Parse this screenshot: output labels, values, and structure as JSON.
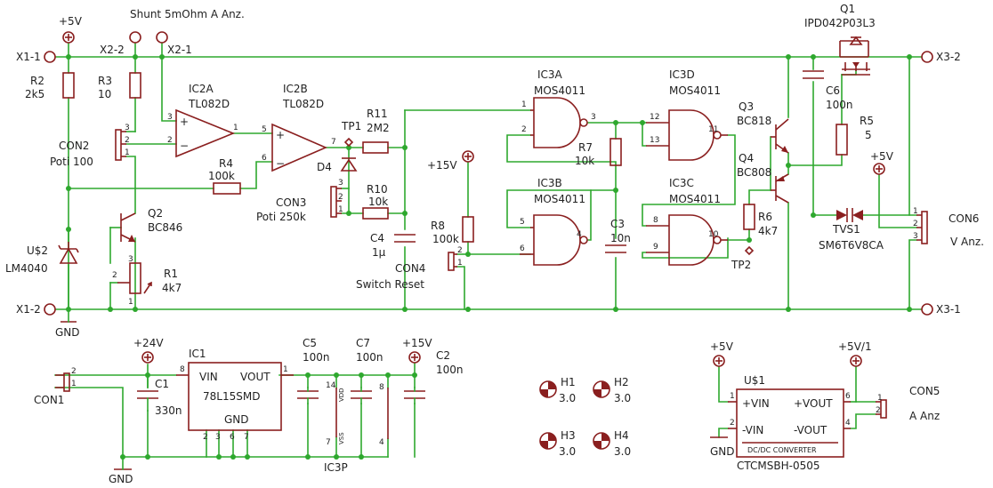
{
  "labels": {
    "x11": "X1-1",
    "x12": "X1-2",
    "x22": "X2-2",
    "x21": "X2-1",
    "x32": "X3-2",
    "x31": "X3-1",
    "shunt": "Shunt 5mOhm A Anz.",
    "p5v_top": "+5V",
    "r2": "R2",
    "r2v": "2k5",
    "r3": "R3",
    "r3v": "10",
    "con2": "CON2",
    "con2v": "Poti 100",
    "ic2a": "IC2A",
    "ic2av": "TL082D",
    "ic2b": "IC2B",
    "ic2bv": "TL082D",
    "r4": "R4",
    "r4v": "100k",
    "tp1": "TP1",
    "d4": "D4",
    "r11": "R11",
    "r11v": "2M2",
    "r10": "R10",
    "r10v": "10k",
    "con3": "CON3",
    "con3v": "Poti 250k",
    "c4": "C4",
    "c4v": "1µ",
    "con4": "CON4",
    "con4v": "Switch Reset",
    "p15v_mid": "+15V",
    "r8": "R8",
    "r8v": "100k",
    "ic3a": "IC3A",
    "ic3av": "MOS4011",
    "ic3b": "IC3B",
    "ic3bv": "MOS4011",
    "ic3c": "IC3C",
    "ic3cv": "MOS4011",
    "ic3d": "IC3D",
    "ic3dv": "MOS4011",
    "r7": "R7",
    "r7v": "10k",
    "c3": "C3",
    "c3v": "10n",
    "tp2": "TP2",
    "q1": "Q1",
    "q1v": "IPD042P03L3",
    "c6": "C6",
    "c6v": "100n",
    "r5": "R5",
    "r5v": "5",
    "q3": "Q3",
    "q3v": "BC818",
    "q4": "Q4",
    "q4v": "BC808",
    "r6": "R6",
    "r6v": "4k7",
    "tvs1": "TVS1",
    "tvs1v": "SM6T6V8CA",
    "p5v_right": "+5V",
    "con6": "CON6",
    "con6v": "V Anz.",
    "q2": "Q2",
    "q2v": "BC846",
    "u2": "U$2",
    "u2v": "LM4040",
    "r1": "R1",
    "r1v": "4k7",
    "gnd": "GND",
    "p24v": "+24V",
    "ic1": "IC1",
    "ic1v": "78L15SMD",
    "ic1_vin": "VIN",
    "ic1_vout": "VOUT",
    "ic1_gnd": "GND",
    "c1": "C1",
    "c1v": "330n",
    "con1": "CON1",
    "c5": "C5",
    "c5v": "100n",
    "c7": "C7",
    "c7v": "100n",
    "p15v_bot": "+15V",
    "c2": "C2",
    "c2v": "100n",
    "ic3p": "IC3P",
    "vdd": "VDD",
    "vss": "VSS",
    "h1": "H1",
    "h2": "H2",
    "h3": "H3",
    "h4": "H4",
    "hv": "3.0",
    "p5v_u1": "+5V",
    "p5v1": "+5V/1",
    "u1": "U$1",
    "u1v": "CTCMSBH-0505",
    "u1_pvin": "+VIN",
    "u1_mvin": "-VIN",
    "u1_pvout": "+VOUT",
    "u1_mvout": "-VOUT",
    "u1_dc": "DC/DC CONVERTER",
    "con5": "CON5",
    "con5v": "A  Anz"
  }
}
